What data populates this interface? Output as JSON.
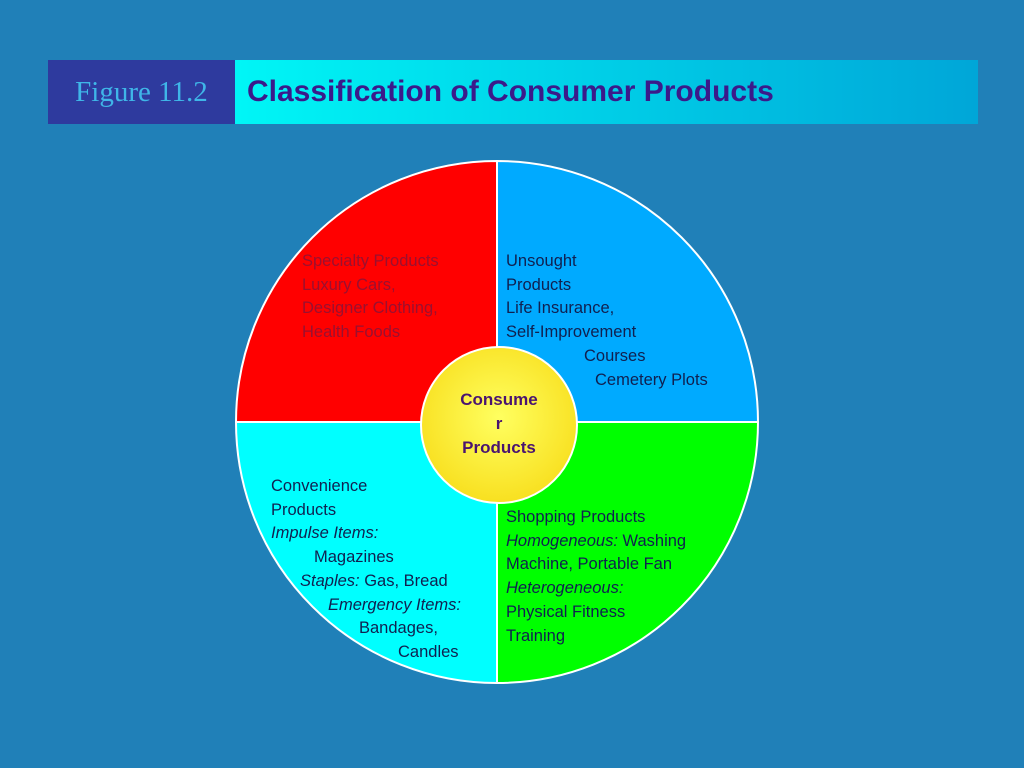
{
  "header": {
    "figure_label": "Figure 11.2",
    "title": "Classification of Consumer Products"
  },
  "diagram": {
    "center": {
      "lines": [
        "Consume",
        "r",
        "Products"
      ],
      "color": "#fff176"
    },
    "quadrants": {
      "specialty": {
        "color": "#ff0000",
        "lines": [
          "Specialty Products",
          "Luxury Cars,",
          "Designer Clothing,",
          "Health Foods"
        ]
      },
      "unsought": {
        "color": "#00aaff",
        "lines": [
          "Unsought",
          "Products",
          "Life Insurance,",
          "Self-Improvement",
          "Courses",
          "Cemetery Plots"
        ]
      },
      "convenience": {
        "color": "#00ffff",
        "line1": "Convenience",
        "line2": "Products",
        "impulse_label": "Impulse Items:",
        "impulse_value": "Magazines",
        "staples_label": "Staples:",
        "staples_value": "Gas, Bread",
        "emergency_label": "Emergency Items:",
        "emergency_value1": "Bandages,",
        "emergency_value2": "Candles"
      },
      "shopping": {
        "color": "#00ff00",
        "line1": "Shopping Products",
        "homogeneous_label": "Homogeneous:",
        "homogeneous_value": "Washing",
        "line3": "Machine, Portable Fan",
        "heterogeneous_label": "Heterogeneous:",
        "line5": "Physical Fitness",
        "line6": "Training"
      }
    }
  }
}
